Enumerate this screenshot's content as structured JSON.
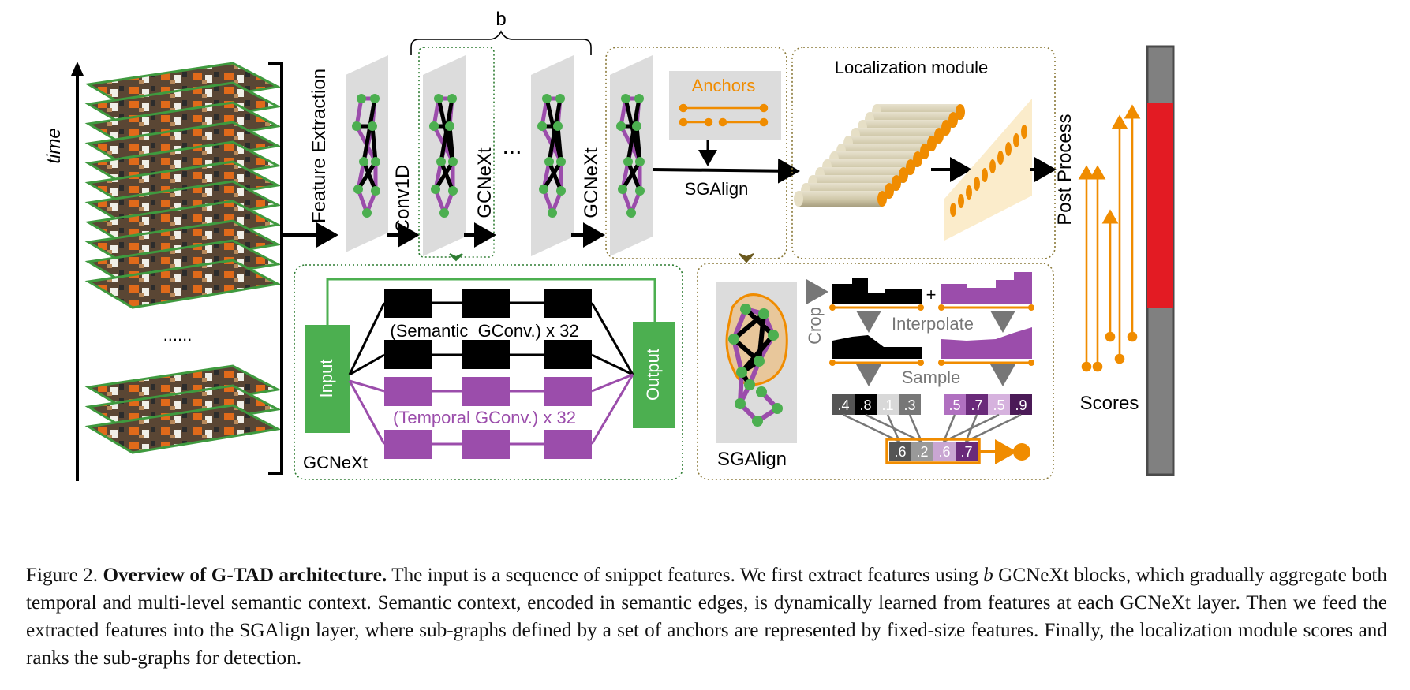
{
  "labels": {
    "time": "time",
    "ellipsis_frames": "......",
    "feature_extraction": "Feature Extraction",
    "conv1d": "Conv1D",
    "gcnext_1": "GCNeXt",
    "gcnext_2": "GCNeXt",
    "dots": "...",
    "brace_b": "b",
    "anchors": "Anchors",
    "sgalign_top": "SGAlign",
    "localization_module": "Localization module",
    "post_process": "Post Process",
    "scores": "Scores"
  },
  "gcnext_detail": {
    "input": "Input",
    "output": "Output",
    "semantic": "(Semantic  GConv.) x 32",
    "temporal": "(Temporal GConv.) x 32",
    "title": "GCNeXt"
  },
  "sgalign_detail": {
    "crop": "Crop",
    "plus": "+",
    "interpolate": "Interpolate",
    "sample": "Sample",
    "title": "SGAlign",
    "black_values": [
      ".4",
      ".8",
      ".1",
      ".3"
    ],
    "purple_values": [
      ".5",
      ".7",
      ".5",
      ".9"
    ],
    "mixed_values": [
      ".6",
      ".2",
      ".6",
      ".7"
    ]
  },
  "caption": {
    "prefix": "Figure 2.",
    "bold": "Overview of G-TAD architecture.",
    "part1": "The input is a sequence of snippet features. We first extract features using",
    "italic_b": "b",
    "part2": "GCNeXt blocks, which gradually aggregate both temporal and multi-level semantic context. Semantic context, encoded in semantic edges, is dynamically learned from features at each GCNeXt layer. Then we feed the extracted features into the SGAlign layer, where sub-graphs defined by a set of anchors are represented by fixed-size features. Finally, the localization module scores and ranks the sub-graphs for detection."
  },
  "colors": {
    "green": "#4caf50",
    "purple": "#9b4dab",
    "orange": "#f08c00",
    "gray_plane": "#dcdcdc",
    "red_bar": "#e31b23",
    "gray_bar": "#808080"
  }
}
